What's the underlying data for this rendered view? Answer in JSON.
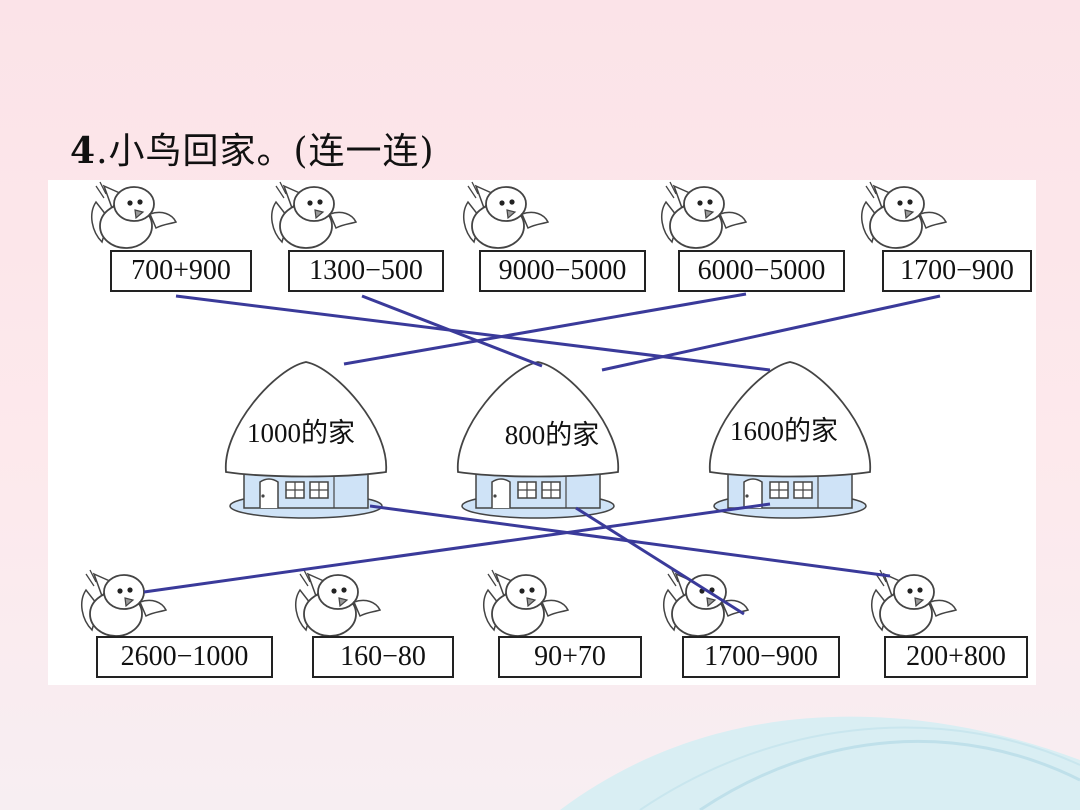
{
  "title": {
    "number": "4",
    "text": ".小鸟回家。(连一连)"
  },
  "top_birds": [
    "700+900",
    "1300−500",
    "9000−5000",
    "6000−5000",
    "1700−900"
  ],
  "houses": [
    "1000的家",
    "800的家",
    "1600的家"
  ],
  "bottom_birds": [
    "2600−1000",
    "160−80",
    "90+70",
    "1700−900",
    "200+800"
  ],
  "colors": {
    "line": "#3a3a9a",
    "house_base": "#cfe3f7",
    "accent": "#4a8ec9"
  }
}
